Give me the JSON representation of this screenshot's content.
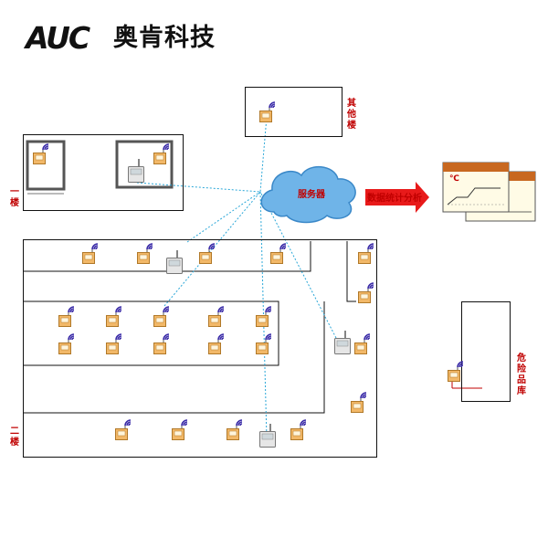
{
  "logo": {
    "mark": "AUC",
    "name": "奥肯科技"
  },
  "labels": {
    "other_floor": "其他楼",
    "floor1": "一楼",
    "floor2": "二楼",
    "hazard": "危险品库",
    "server": "服务器",
    "analysis": "数据统计分析",
    "unit": "℃"
  },
  "colors": {
    "label_red": "#c00000",
    "link_blue": "#2aa7d8",
    "device_orange": "#f2b868",
    "signal_purple": "#3b2ca8"
  },
  "icons": [
    "temp-sensor-icon",
    "wireless-signal-icon",
    "gateway-icon",
    "cloud-icon",
    "chart-window-icon",
    "arrow-right-icon"
  ]
}
